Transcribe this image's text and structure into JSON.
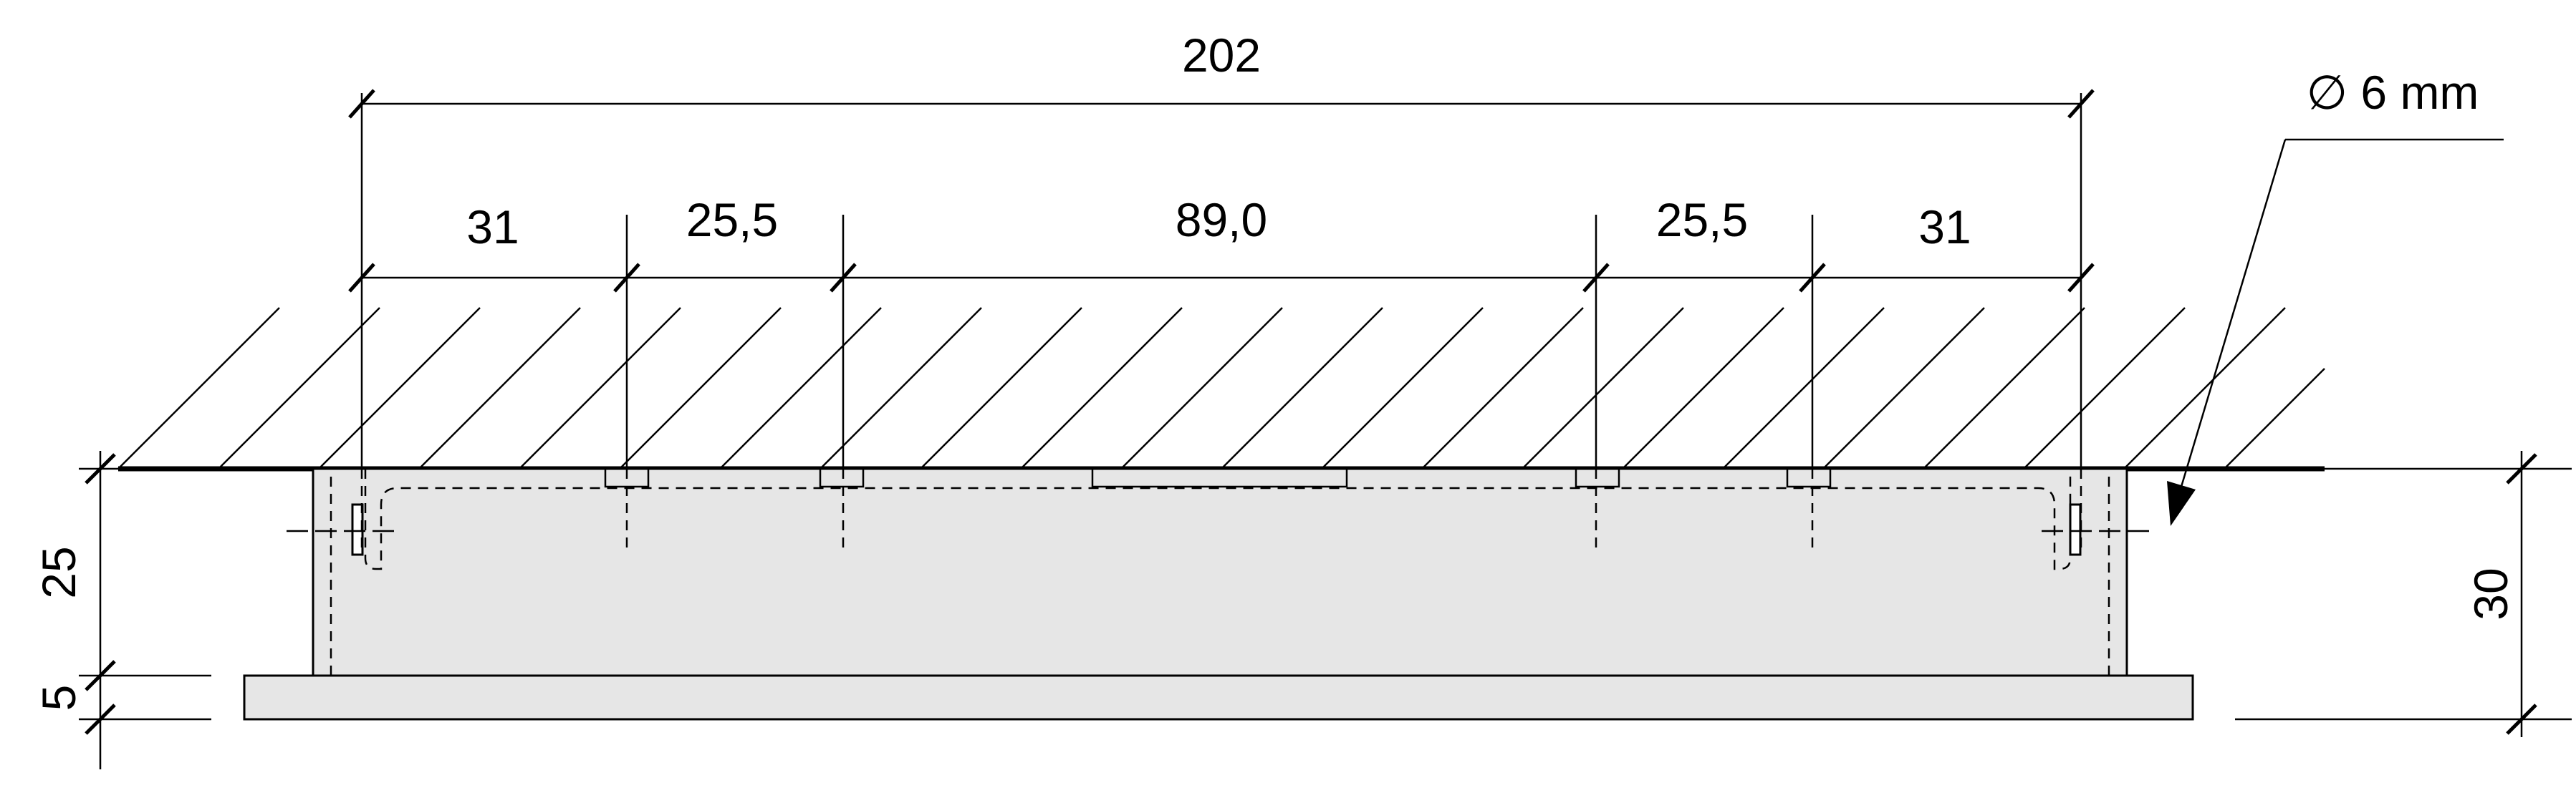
{
  "dimensions": {
    "overall": "202",
    "segments": [
      "31",
      "25,5",
      "89,0",
      "25,5",
      "31"
    ],
    "height_body": "25",
    "height_flange": "5",
    "height_total": "30",
    "hole_diameter": "∅ 6 mm"
  },
  "colors": {
    "line": "#000000",
    "part_fill": "#e6e6e6",
    "background": "#ffffff"
  }
}
